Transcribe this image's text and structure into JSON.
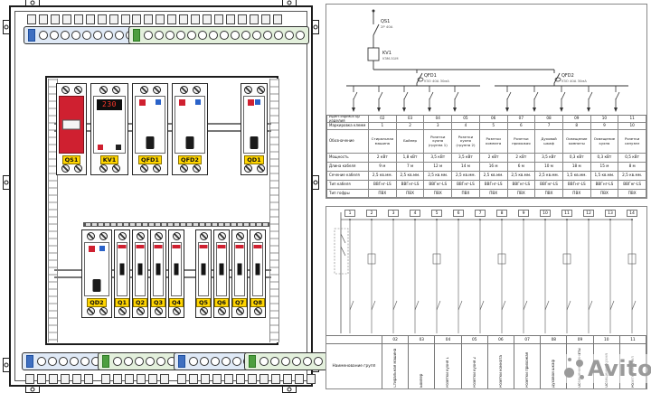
{
  "watermark": {
    "brand": "Avito"
  },
  "cabinet": {
    "voltage_display": "230",
    "din_row1": [
      {
        "label": "QS1",
        "type": "main"
      },
      {
        "label": "KV1",
        "type": "kv"
      },
      {
        "label": "QFD1",
        "type": "rcd"
      },
      {
        "label": "QFD2",
        "type": "rcd"
      },
      {
        "label": "QD1",
        "type": "dd",
        "push": true
      }
    ],
    "din_row2": [
      {
        "label": "QD2",
        "type": "br2"
      },
      {
        "label": "Q1",
        "type": "br"
      },
      {
        "label": "Q2",
        "type": "br"
      },
      {
        "label": "Q3",
        "type": "br"
      },
      {
        "label": "Q4",
        "type": "br"
      },
      {
        "label": "Q5",
        "type": "br",
        "gap": true
      },
      {
        "label": "Q6",
        "type": "br"
      },
      {
        "label": "Q7",
        "type": "br"
      },
      {
        "label": "Q8",
        "type": "br"
      }
    ]
  },
  "sld": {
    "qs1": "QS1",
    "qs1_spec": "2P 40A",
    "kv1": "KV1",
    "kv1_spec": "УЗМ-51М",
    "qfd1": "QFD1",
    "qfd1_spec": "УЗО 40А 30мА",
    "qfd2": "QFD2",
    "qfd2_spec": "УЗО 40А 30мА"
  },
  "schedule": {
    "row_headers": [
      "Идентификатор изделия",
      "Маркировка клемм",
      "Обозначение",
      "Мощность",
      "Длина кабеля",
      "Сечение кабеля",
      "Тип кабеля",
      "Тип гофры"
    ],
    "columns": [
      {
        "id": "02",
        "term": "1",
        "name": "Стиральная машина",
        "power": "2 кВт",
        "len": "9 м",
        "section": "2,5 кв.мм.",
        "cable": "ВВГнг-LS",
        "conduit": "ПВХ"
      },
      {
        "id": "03",
        "term": "2",
        "name": "Бойлер",
        "power": "1,8 кВт",
        "len": "7 м",
        "section": "2,5 кв.мм.",
        "cable": "ВВГнг-LS",
        "conduit": "ПВХ"
      },
      {
        "id": "04",
        "term": "3",
        "name": "Розетки кухня (группа 1)",
        "power": "3,5 кВт",
        "len": "12 м",
        "section": "2,5 кв.мм.",
        "cable": "ВВГнг-LS",
        "conduit": "ПВХ"
      },
      {
        "id": "05",
        "term": "4",
        "name": "Розетки кухня (группа 2)",
        "power": "3,5 кВт",
        "len": "14 м",
        "section": "2,5 кв.мм.",
        "cable": "ВВГнг-LS",
        "conduit": "ПВХ"
      },
      {
        "id": "06",
        "term": "5",
        "name": "Розетки комната",
        "power": "2 кВт",
        "len": "16 м",
        "section": "2,5 кв.мм.",
        "cable": "ВВГнг-LS",
        "conduit": "ПВХ"
      },
      {
        "id": "07",
        "term": "6",
        "name": "Розетки прихожая",
        "power": "2 кВт",
        "len": "6 м",
        "section": "2,5 кв.мм.",
        "cable": "ВВГнг-LS",
        "conduit": "ПВХ"
      },
      {
        "id": "08",
        "term": "7",
        "name": "Духовой шкаф",
        "power": "3,5 кВт",
        "len": "10 м",
        "section": "2,5 кв.мм.",
        "cable": "ВВГнг-LS",
        "conduit": "ПВХ"
      },
      {
        "id": "09",
        "term": "8",
        "name": "Освещение комнаты",
        "power": "0,3 кВт",
        "len": "18 м",
        "section": "1,5 кв.мм.",
        "cable": "ВВГнг-LS",
        "conduit": "ПВХ"
      },
      {
        "id": "10",
        "term": "9",
        "name": "Освещение кухня",
        "power": "0,3 кВт",
        "len": "15 м",
        "section": "1,5 кв.мм.",
        "cable": "ВВГнг-LS",
        "conduit": "ПВХ"
      },
      {
        "id": "11",
        "term": "10",
        "name": "Розетки санузел",
        "power": "0,5 кВт",
        "len": "8 м",
        "section": "2,5 кв.мм.",
        "cable": "ВВГнг-LS",
        "conduit": "ПВХ"
      }
    ]
  },
  "relay_sheet": {
    "column_numbers": [
      "1",
      "2",
      "3",
      "4",
      "5",
      "6",
      "7",
      "8",
      "9",
      "10",
      "11",
      "12",
      "13",
      "14"
    ],
    "side_label": "Наименование групп",
    "groups": [
      {
        "id": "02",
        "name": "Стиральная машина"
      },
      {
        "id": "03",
        "name": "Бойлер"
      },
      {
        "id": "04",
        "name": "Розетки кухня 1"
      },
      {
        "id": "05",
        "name": "Розетки кухня 2"
      },
      {
        "id": "06",
        "name": "Розетки комната"
      },
      {
        "id": "07",
        "name": "Розетки прихожая"
      },
      {
        "id": "08",
        "name": "Духовой шкаф"
      },
      {
        "id": "09",
        "name": "Освещение комнаты"
      },
      {
        "id": "10",
        "name": "Освещение кухня"
      },
      {
        "id": "11",
        "name": "Розетки санузел"
      }
    ]
  }
}
